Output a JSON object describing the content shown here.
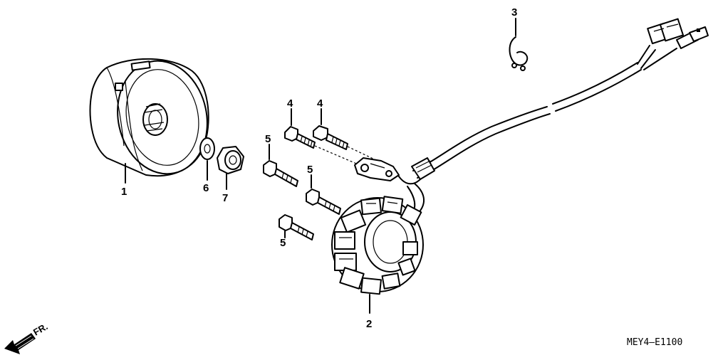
{
  "diagram": {
    "code": "MEY4–E1100",
    "direction": "FR.",
    "parts": [
      {
        "id": "flywheel",
        "number": "1"
      },
      {
        "id": "stator",
        "number": "2"
      },
      {
        "id": "clip",
        "number": "3"
      },
      {
        "id": "bolt-4a",
        "number": "4"
      },
      {
        "id": "bolt-4b",
        "number": "4"
      },
      {
        "id": "bolt-5a",
        "number": "5"
      },
      {
        "id": "bolt-5b",
        "number": "5"
      },
      {
        "id": "bolt-5c",
        "number": "5"
      },
      {
        "id": "washer",
        "number": "6"
      },
      {
        "id": "nut",
        "number": "7"
      }
    ]
  }
}
